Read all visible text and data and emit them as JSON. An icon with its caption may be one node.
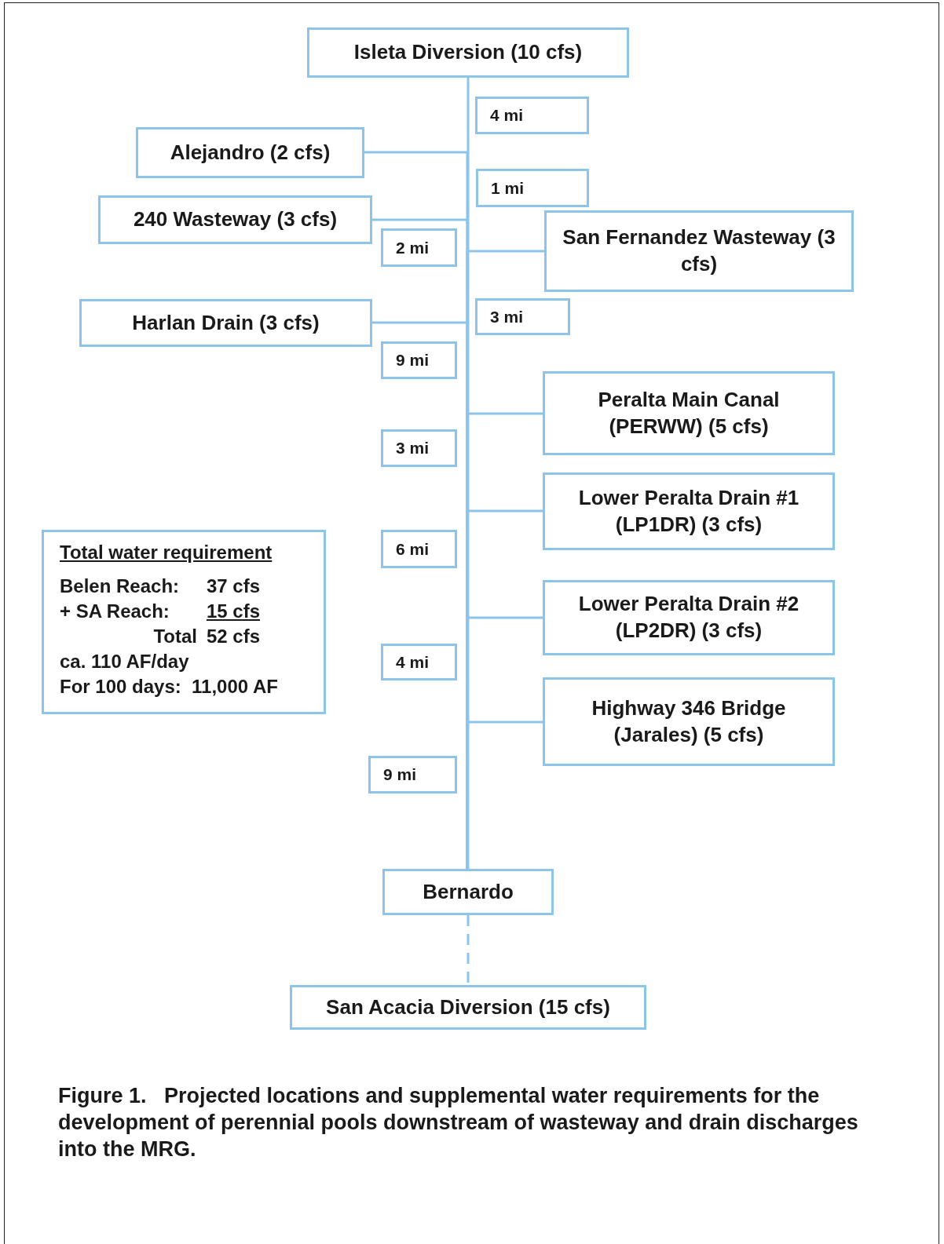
{
  "diagram": {
    "caption": "Figure 1.   Projected locations and supplemental water requirements for the development of perennial pools downstream of wasteway and drain discharges into the MRG.",
    "nodes": [
      {
        "text": [
          "Isleta Diversion (10 cfs)"
        ]
      },
      {
        "text": [
          "4 mi"
        ]
      },
      {
        "text": [
          "Alejandro (2 cfs)"
        ]
      },
      {
        "text": [
          "1 mi"
        ]
      },
      {
        "text": [
          "240 Wasteway (3 cfs)"
        ]
      },
      {
        "text": [
          "2 mi"
        ]
      },
      {
        "text": [
          "San Fernandez Wasteway (3 cfs)"
        ]
      },
      {
        "text": [
          "Harlan Drain (3 cfs)"
        ]
      },
      {
        "text": [
          "3 mi"
        ]
      },
      {
        "text": [
          "9 mi"
        ]
      },
      {
        "text": [
          "Peralta Main Canal (PERWW) (5 cfs)"
        ]
      },
      {
        "text": [
          "3 mi"
        ]
      },
      {
        "text": [
          "Lower Peralta Drain #1 (LP1DR) (3 cfs)"
        ]
      },
      {
        "text": [
          "Total water requirement",
          "Belen Reach:",
          "37 cfs",
          "+ SA Reach:",
          "15 cfs",
          "Total",
          "52 cfs",
          "ca. 110 AF/day",
          "For 100 days:  11,000 AF"
        ]
      },
      {
        "text": [
          "6 mi"
        ]
      },
      {
        "text": [
          "Lower Peralta Drain #2 (LP2DR) (3 cfs)"
        ]
      },
      {
        "text": [
          "4 mi"
        ]
      },
      {
        "text": [
          "Highway 346 Bridge (Jarales) (5 cfs)"
        ]
      },
      {
        "text": [
          "9 mi"
        ]
      },
      {
        "text": [
          "Bernardo"
        ]
      },
      {
        "text": [
          "San Acacia Diversion (15 cfs)"
        ]
      }
    ],
    "edges": [
      {
        "from": 0,
        "to": 19,
        "arrow": "none"
      },
      {
        "from": 2,
        "to": 19,
        "arrow": "none"
      },
      {
        "from": 4,
        "to": 19,
        "arrow": "none"
      },
      {
        "from": 6,
        "to": 19,
        "arrow": "none"
      },
      {
        "from": 7,
        "to": 19,
        "arrow": "none"
      },
      {
        "from": 10,
        "to": 19,
        "arrow": "none"
      },
      {
        "from": 12,
        "to": 19,
        "arrow": "none"
      },
      {
        "from": 15,
        "to": 19,
        "arrow": "none"
      },
      {
        "from": 17,
        "to": 19,
        "arrow": "none"
      },
      {
        "from": 19,
        "to": 20,
        "arrow": "none",
        "style": "dashed"
      }
    ]
  }
}
